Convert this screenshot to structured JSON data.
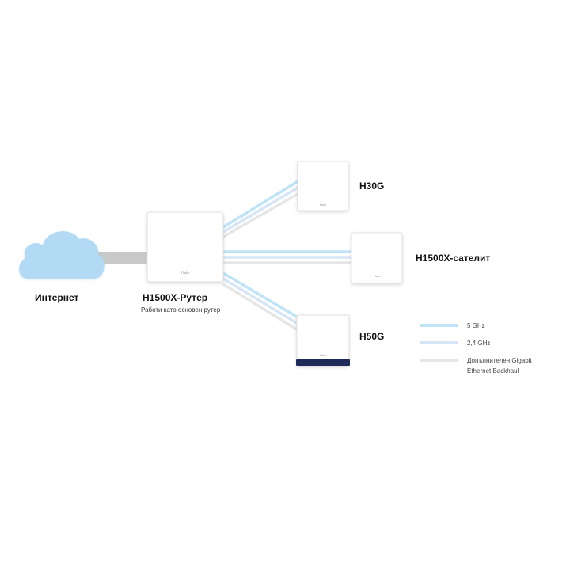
{
  "nodes": {
    "internet": {
      "label": "Интернет"
    },
    "router": {
      "label": "H1500X-Рутер",
      "sublabel": "Работи като основен рутер",
      "logo": "Halo"
    },
    "h30g": {
      "label": "H30G",
      "logo": "Halo"
    },
    "satellite": {
      "label": "H1500X-сателит",
      "logo": "Halo"
    },
    "h50g": {
      "label": "H50G",
      "logo": "Halo"
    }
  },
  "legend": {
    "ghz5": {
      "label": "5 GHz",
      "color": "#bfe4f7"
    },
    "ghz24": {
      "label": "2,4 GHz",
      "color": "#d6e6f7"
    },
    "ethernet": {
      "label_line1": "Допълнителен Gigabit",
      "label_line2": "Ethernet Backhaul",
      "color": "#e6e6e6"
    }
  },
  "colors": {
    "cloud": "#b3daf4",
    "wan_cable": "#c9c9c9",
    "device_body": "#ffffff",
    "h50g_base": "#1f2a5a"
  },
  "icons": {
    "internet": "cloud-icon"
  }
}
